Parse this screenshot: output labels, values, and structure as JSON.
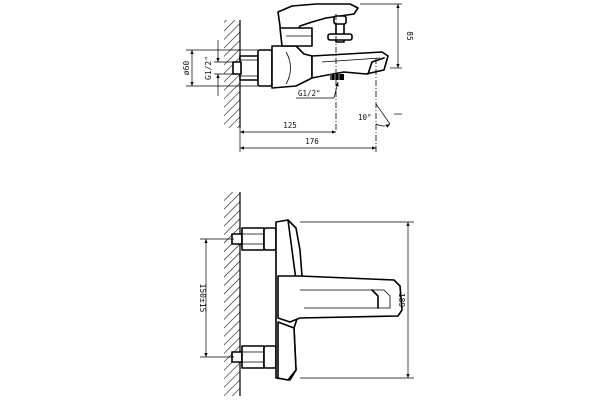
{
  "dimensions": {
    "height_top": "85",
    "wall_diameter": "ø60",
    "inlet_thread": "G1/2\"",
    "outlet_thread": "G1/2\"",
    "length_125": "125",
    "length_176": "176",
    "angle": "10°",
    "centers": "150±15",
    "height_bottom": "189"
  },
  "colors": {
    "line": "#000000",
    "background": "#ffffff"
  }
}
